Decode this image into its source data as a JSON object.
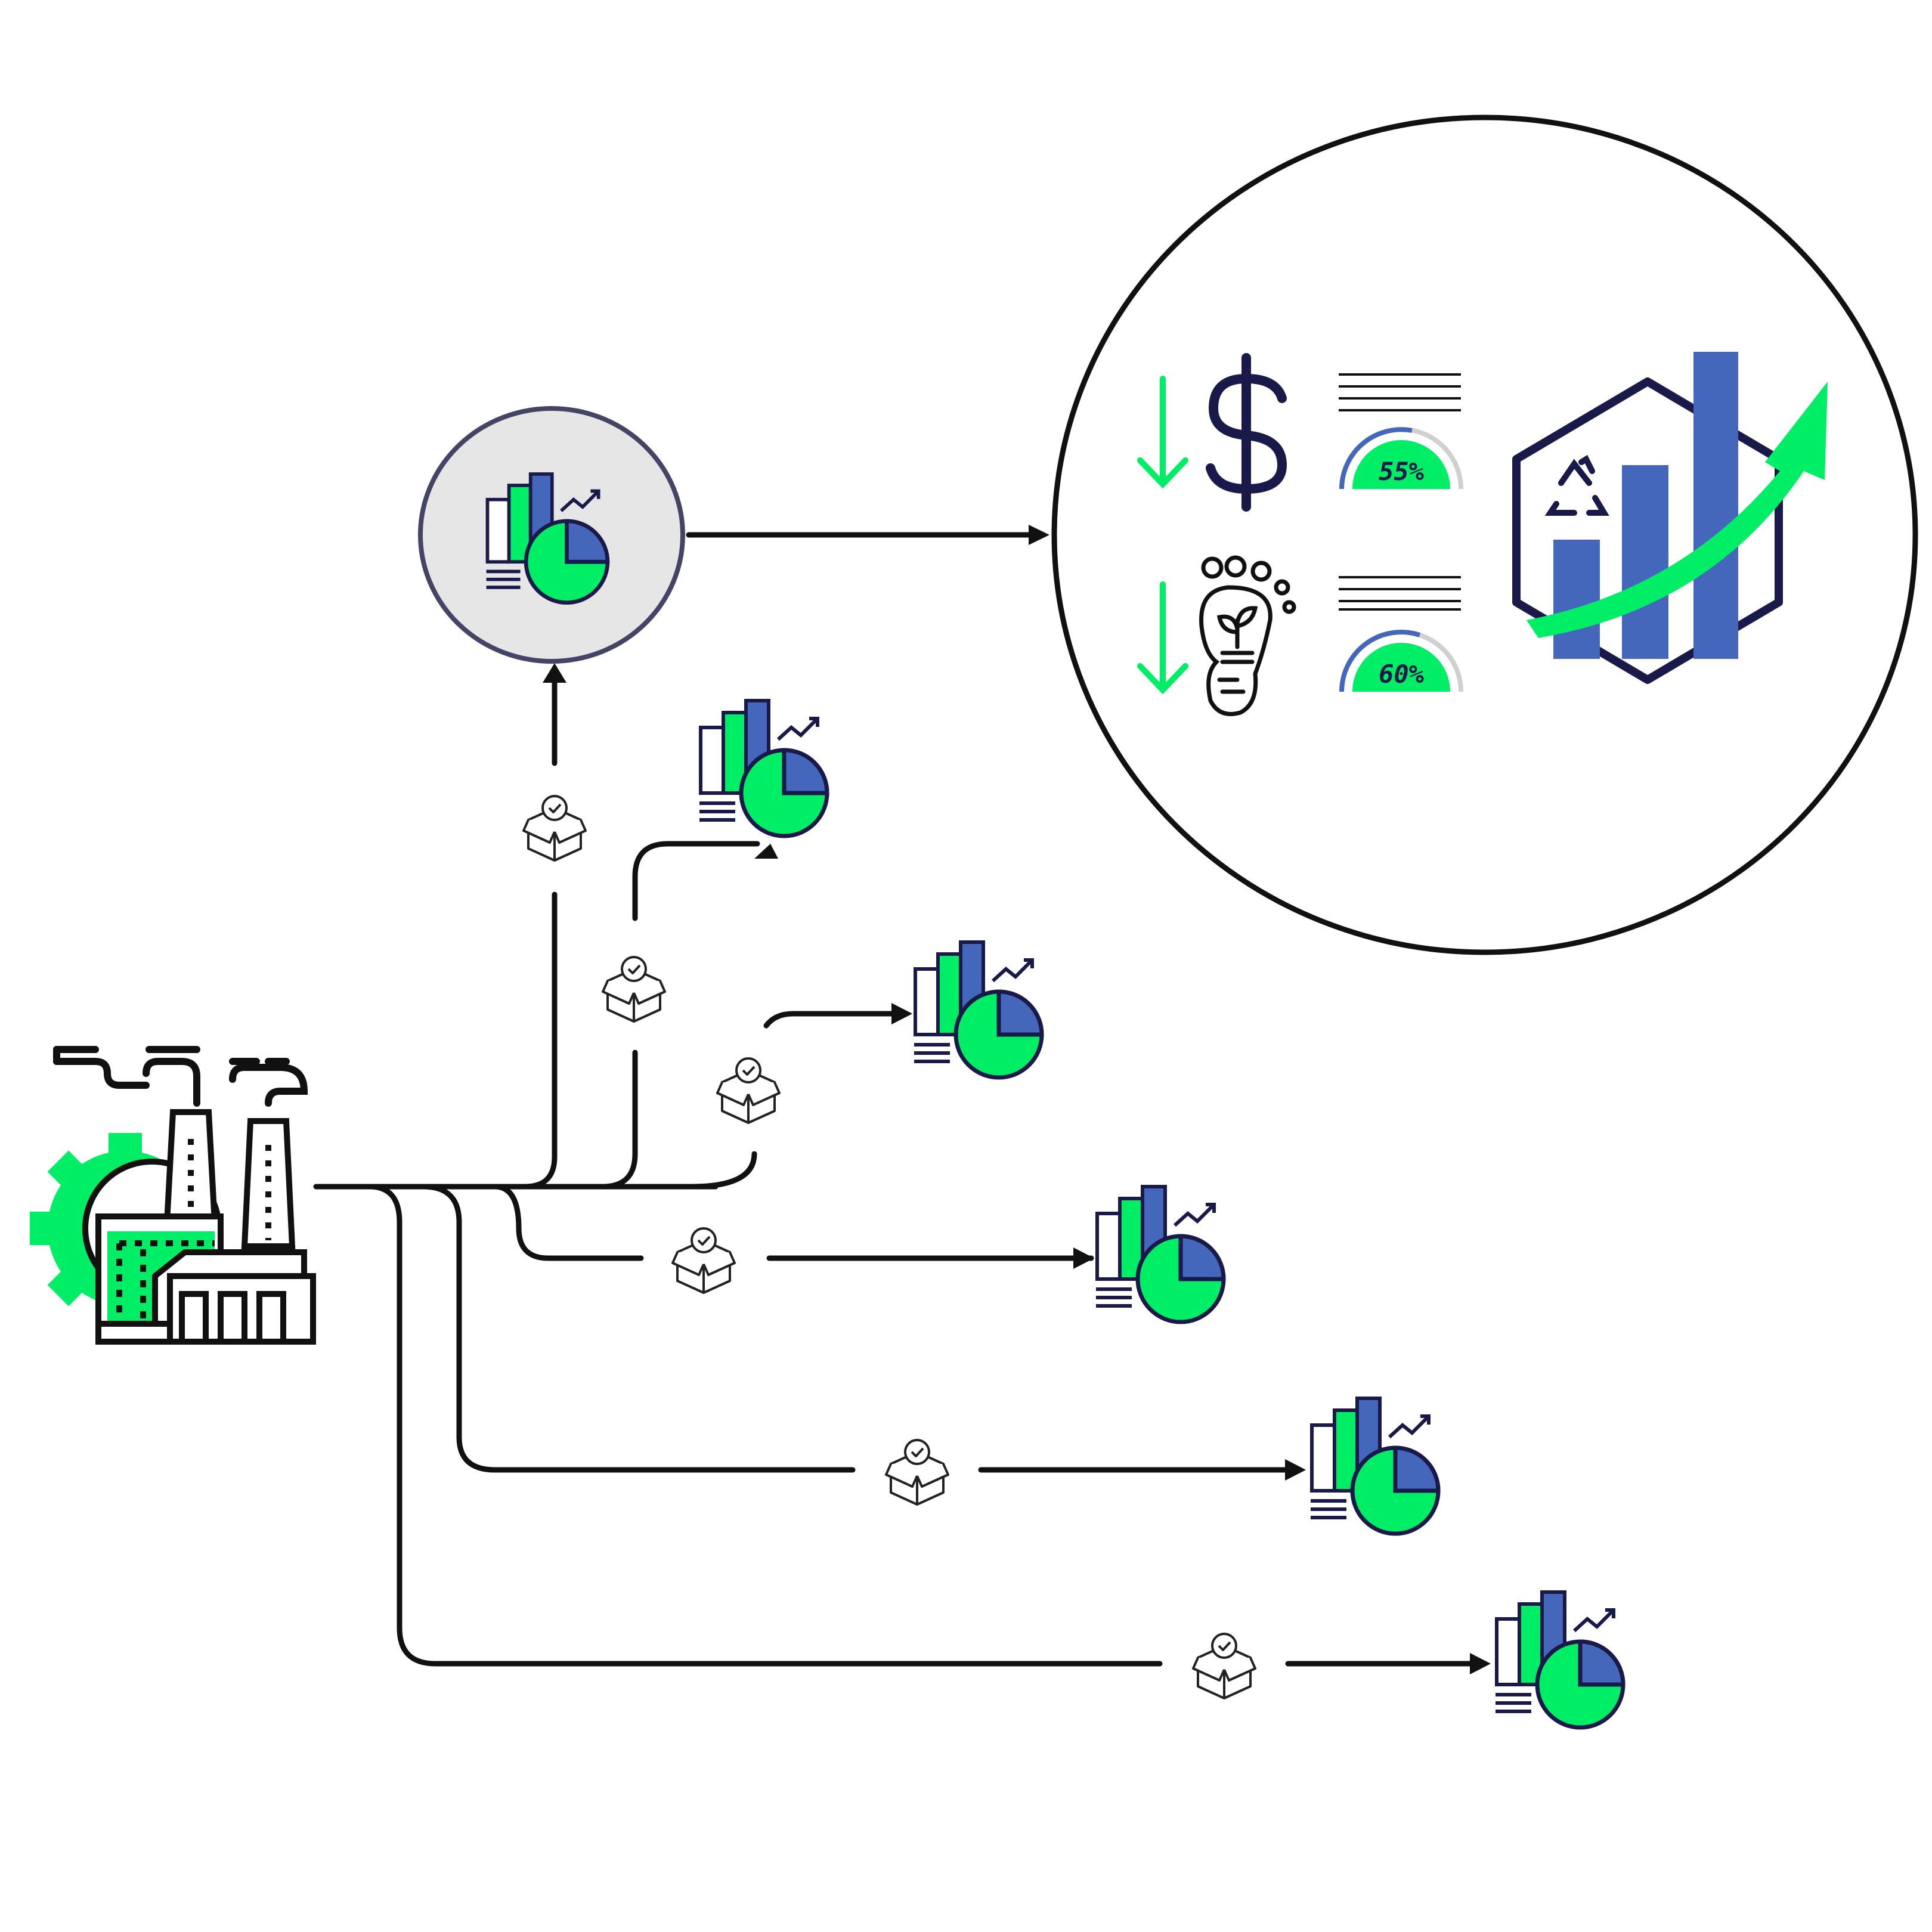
{
  "colors": {
    "ink": "#111111",
    "navy": "#1a1a4a",
    "green": "#00ee66",
    "blue": "#4466bb",
    "hub_fill": "#e6e6e6",
    "hub_stroke": "#444466",
    "gauge_track": "#d0d0d0"
  },
  "icons": {
    "source": "factory-icon",
    "package": "package-check-icon",
    "report": "analytics-report-icon",
    "cost": "dollar-icon",
    "footprint": "carbon-footprint-icon",
    "growth": "growth-chart-recycle-icon",
    "reduction": "arrow-down-icon"
  },
  "metrics": [
    {
      "name": "cost",
      "gauge_label": "55%",
      "gauge_value": 0.55
    },
    {
      "name": "footprint",
      "gauge_label": "60%",
      "gauge_value": 0.6
    }
  ],
  "branch_count": 6
}
